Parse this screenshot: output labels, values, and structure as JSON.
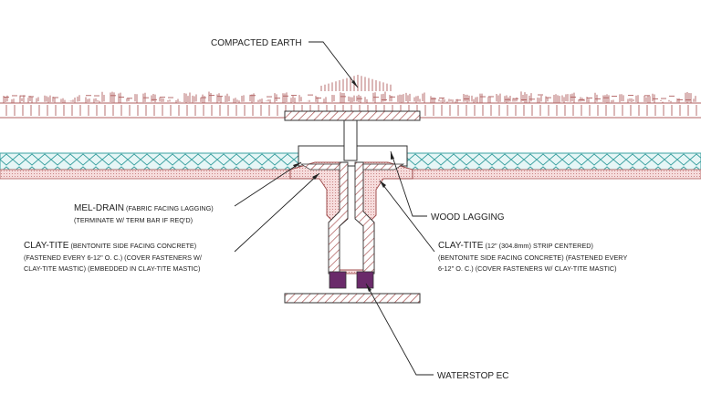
{
  "labels": {
    "compacted_earth": "COMPACTED EARTH",
    "mel_drain_title": "MEL-DRAIN",
    "mel_drain_note": " (FABRIC FACING LAGGING)",
    "mel_drain_line2": "(TERMINATE W/ TERM BAR IF REQ'D)",
    "clay_tite_left_title": "CLAY-TITE",
    "clay_tite_left_note": " (BENTONITE SIDE FACING CONCRETE)",
    "clay_tite_left_line2": "(FASTENED EVERY 6-12\" O. C.) (COVER FASTENERS W/",
    "clay_tite_left_line3": "CLAY-TITE MASTIC) (EMBEDDED IN CLAY-TITE MASTIC)",
    "wood_lagging": "WOOD LAGGING",
    "clay_tite_right_title": "CLAY-TITE",
    "clay_tite_right_note": " (12\" (304.8mm) STRIP CENTERED)",
    "clay_tite_right_line2": "(BENTONITE SIDE FACING CONCRETE) (FASTENED EVERY",
    "clay_tite_right_line3": "6-12\" O. C.) (COVER FASTENERS W/ CLAY-TITE MASTIC)",
    "waterstop": "WATERSTOP EC"
  },
  "colors": {
    "line": "#333333",
    "hatch": "#a85050",
    "concrete_fill": "#f4d4d4",
    "drain_fill": "#dff3f3",
    "drain_line": "#3aa0a0",
    "waterstop_fill": "#6a2a6a"
  }
}
